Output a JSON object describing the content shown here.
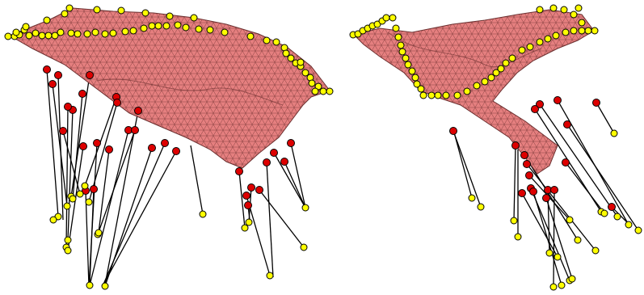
{
  "figure": {
    "background": "#ffffff",
    "mesh_fill": "#e57f7f",
    "mesh_edge": "#6b2f2f",
    "boundary_point_fill": "#ffff00",
    "red_point_fill": "#dd0000",
    "point_outline": "#000000",
    "connector_color": "#000000"
  },
  "panels": [
    {
      "id": "left-view",
      "subject": "mesh-left"
    },
    {
      "id": "right-view",
      "subject": "mesh-right"
    }
  ]
}
